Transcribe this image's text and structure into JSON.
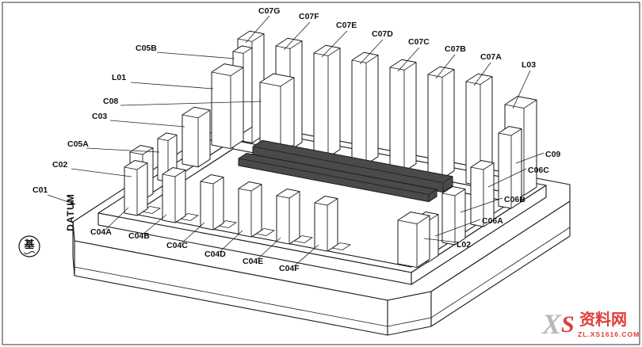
{
  "diagram": {
    "labels": {
      "c07g": "C07G",
      "c07f": "C07F",
      "c07e": "C07E",
      "c07d": "C07D",
      "c07c": "C07C",
      "c07b": "C07B",
      "c07a": "C07A",
      "l01": "L01",
      "l02": "L02",
      "l03": "L03",
      "c05b": "C05B",
      "c05a": "C05A",
      "c08": "C08",
      "c03": "C03",
      "c02": "C02",
      "c01": "C01",
      "c09": "C09",
      "c04a": "C04A",
      "c04b": "C04B",
      "c04c": "C04C",
      "c04d": "C04D",
      "c04e": "C04E",
      "c04f": "C04F",
      "c06a": "C06A",
      "c06b": "C06B",
      "c06c": "C06C"
    },
    "datum": "DATUM",
    "stamp": "基"
  },
  "watermark": {
    "logo_x": "X",
    "logo_s": "S",
    "brand": "资料网",
    "domain": "ZL.XS1616.COM",
    "accent": "#e03c3c"
  }
}
